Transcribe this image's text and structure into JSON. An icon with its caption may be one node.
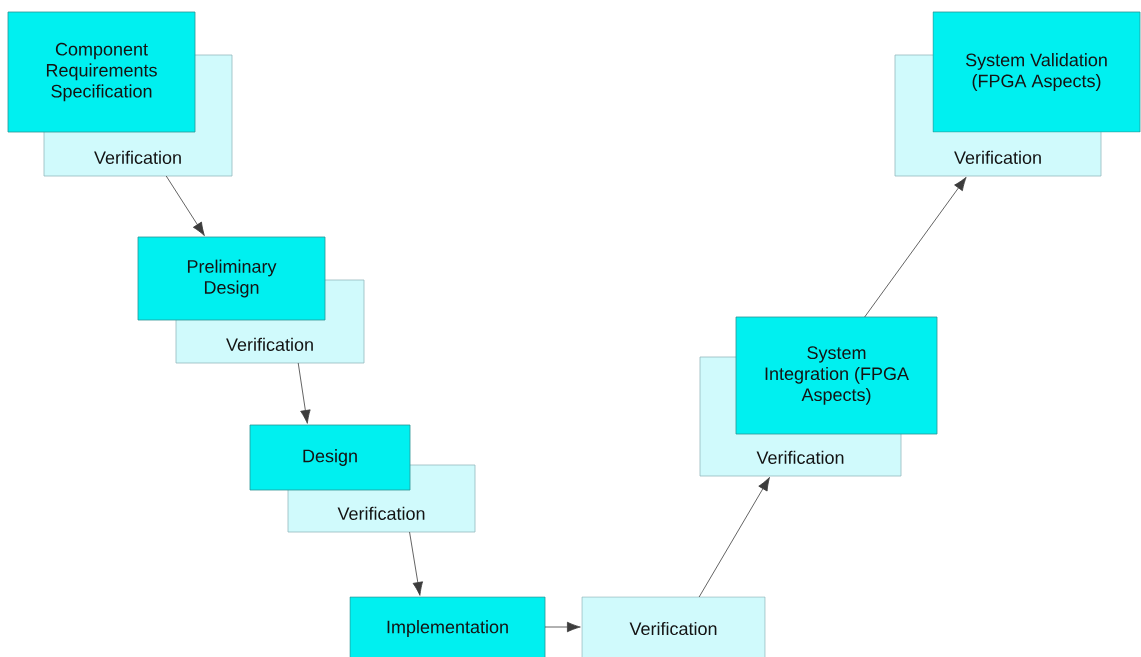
{
  "diagram": {
    "nodes": [
      {
        "text": [
          "Component Requirements Specification"
        ]
      },
      {
        "text": [
          "Verification"
        ]
      },
      {
        "text": [
          "Preliminary Design"
        ]
      },
      {
        "text": [
          "Verification"
        ]
      },
      {
        "text": [
          "Design"
        ]
      },
      {
        "text": [
          "Verification"
        ]
      },
      {
        "text": [
          "Implementation"
        ]
      },
      {
        "text": [
          "Verification"
        ]
      },
      {
        "text": [
          "System Integration (FPGA Aspects)"
        ]
      },
      {
        "text": [
          "Verification"
        ]
      },
      {
        "text": [
          "System Validation (FPGA Aspects)"
        ]
      },
      {
        "text": [
          "Verification"
        ]
      }
    ],
    "edges": [
      {
        "from": 1,
        "to": 2,
        "arrow": "to"
      },
      {
        "from": 3,
        "to": 4,
        "arrow": "to"
      },
      {
        "from": 5,
        "to": 6,
        "arrow": "to"
      },
      {
        "from": 6,
        "to": 7,
        "arrow": "to"
      },
      {
        "from": 7,
        "to": 9,
        "arrow": "to"
      },
      {
        "from": 8,
        "to": 11,
        "arrow": "to"
      }
    ]
  }
}
